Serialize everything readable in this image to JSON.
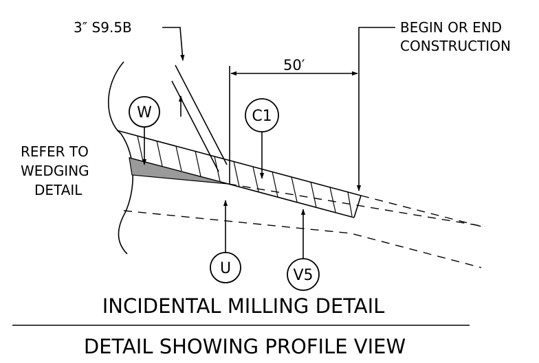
{
  "callouts": {
    "surface_layer": "3″ S9.5B",
    "begin_end_line1": "BEGIN OR END",
    "begin_end_line2": "CONSTRUCTION",
    "dimension": "50′",
    "refer_line1": "REFER TO",
    "refer_line2": "WEDGING",
    "refer_line3": "DETAIL"
  },
  "bubbles": {
    "w": "W",
    "c1": "C1",
    "u": "U",
    "v5": "V5"
  },
  "titles": {
    "main": "INCIDENTAL MILLING DETAIL",
    "sub": "DETAIL SHOWING PROFILE VIEW"
  }
}
